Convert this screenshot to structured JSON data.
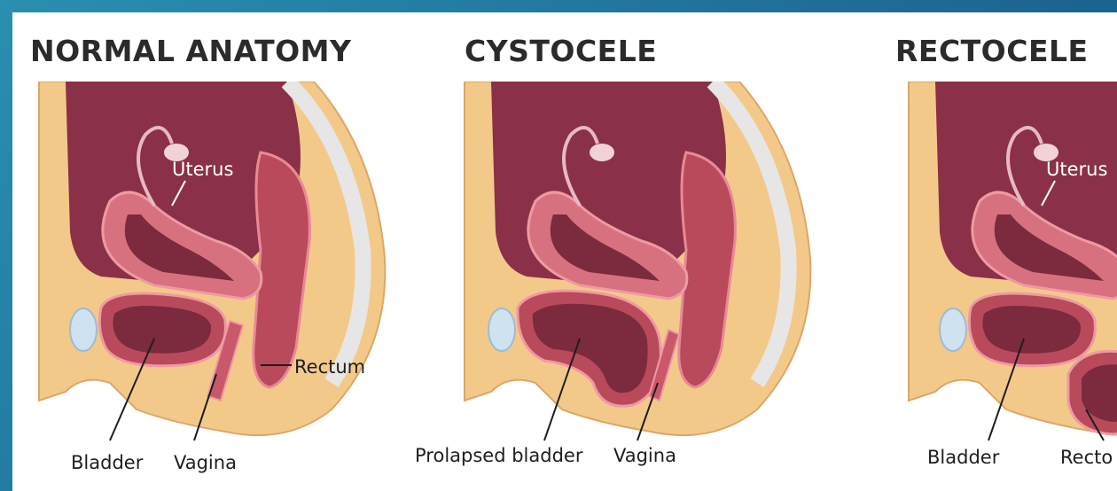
{
  "panels": [
    {
      "title": "NORMAL ANATOMY",
      "labels": {
        "uterus": "Uterus",
        "rectum": "Rectum",
        "bladder": "Bladder",
        "vagina": "Vagina"
      }
    },
    {
      "title": "CYSTOCELE",
      "labels": {
        "prolapsed_bladder": "Prolapsed bladder",
        "vagina": "Vagina"
      }
    },
    {
      "title": "RECTOCELE",
      "labels": {
        "uterus": "Uterus",
        "bladder": "Bladder",
        "rectum": "Recto"
      }
    }
  ],
  "colors": {
    "background_gradient_start": "#2a8fb0",
    "background_gradient_end": "#174f7e",
    "skin": "#f3c98a",
    "tissue": "#c9596a",
    "cavity": "#7c2a3e",
    "bladder_fill": "#b9d4e8"
  }
}
